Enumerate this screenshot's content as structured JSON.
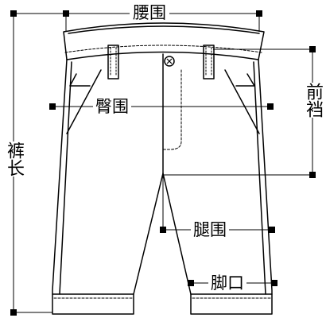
{
  "labels": {
    "waist": "腰围",
    "hip": "臀围",
    "front_rise": "前裆",
    "length": "裤长",
    "thigh": "腿围",
    "hem": "脚口"
  }
}
